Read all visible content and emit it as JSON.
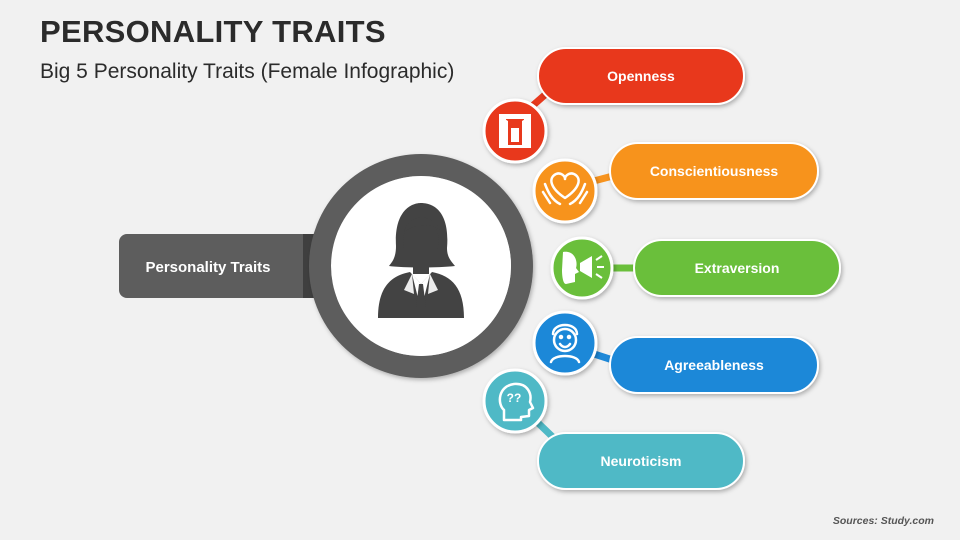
{
  "header": {
    "title": "PERSONALITY TRAITS",
    "subtitle": "Big 5 Personality Traits (Female Infographic)"
  },
  "center": {
    "label": "Personality Traits",
    "icon": "female-professional-icon"
  },
  "traits": [
    {
      "label": "Openness",
      "color": "#e8391d",
      "icon": "open-doors-icon"
    },
    {
      "label": "Conscientiousness",
      "color": "#f7931e",
      "icon": "hands-heart-icon"
    },
    {
      "label": "Extraversion",
      "color": "#6abf3b",
      "icon": "megaphone-speaker-icon"
    },
    {
      "label": "Agreeableness",
      "color": "#1e88d8",
      "icon": "smiling-person-icon"
    },
    {
      "label": "Neuroticism",
      "color": "#4fb9c6",
      "icon": "head-question-icon"
    }
  ],
  "footer": {
    "source": "Sources: Study.com"
  }
}
